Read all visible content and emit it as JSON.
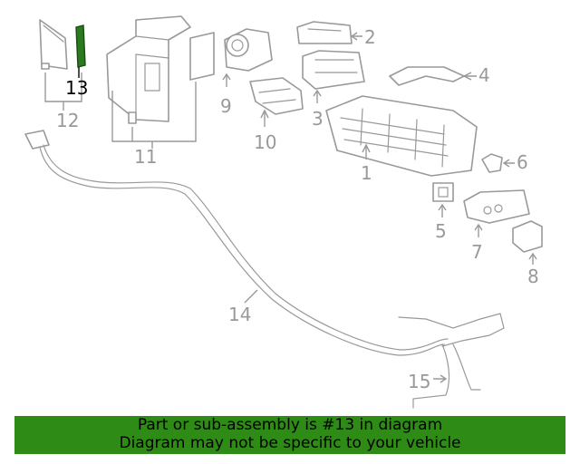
{
  "labels": [
    "1",
    "2",
    "3",
    "4",
    "5",
    "6",
    "7",
    "8",
    "9",
    "10",
    "11",
    "12",
    "13",
    "14",
    "15"
  ],
  "highlighted_label": "13",
  "colors": {
    "highlight": "#2e8b16",
    "line": "#999999",
    "active_text": "#000000"
  },
  "footer": {
    "line1": "Part or sub-assembly is #13 in diagram",
    "line2": "Diagram may not be specific to your vehicle"
  }
}
